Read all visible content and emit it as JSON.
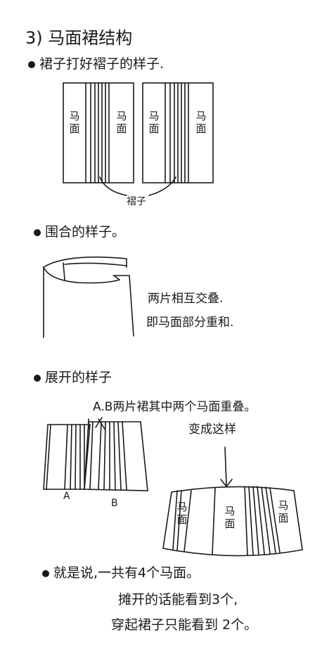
{
  "title": "3) 马面裙结构",
  "section1": {
    "bullet": "裙子打好褶子的样子.",
    "panel_label_top": "马",
    "panel_label_bottom": "面",
    "pleat_label": "褶子"
  },
  "section2": {
    "bullet": "围合的样子。",
    "note_line1": "两片相互交叠.",
    "note_line2": "即马面部分重和."
  },
  "section3": {
    "bullet": "展开的样子",
    "caption": "A.B两片裙其中两个马面重叠。",
    "change_note": "变成这样",
    "label_a": "A",
    "label_b": "B"
  },
  "section4": {
    "bullet": "就是说,一共有4个马面。",
    "line2": "摊开的话能看到3个,",
    "line3": "穿起裙子只能看到 2个。"
  }
}
